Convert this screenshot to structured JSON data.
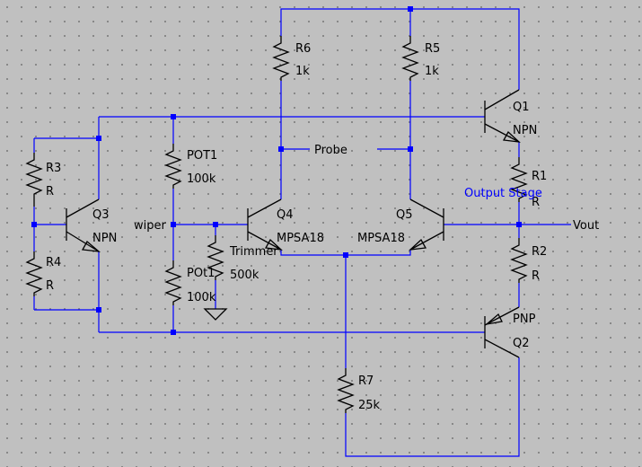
{
  "colors": {
    "wire": "#0000ff",
    "component": "#000000",
    "background": "#c0c0c0",
    "comment": "#0000ff"
  },
  "comment": "Output Stage",
  "nets": {
    "probe": "Probe",
    "wiper": "wiper",
    "vout": "Vout"
  },
  "components": {
    "R6": {
      "ref": "R6",
      "value": "1k"
    },
    "R5": {
      "ref": "R5",
      "value": "1k"
    },
    "Q1": {
      "ref": "Q1",
      "value": "NPN"
    },
    "R1": {
      "ref": "R1",
      "value": "R"
    },
    "R3": {
      "ref": "R3",
      "value": "R"
    },
    "R4": {
      "ref": "R4",
      "value": "R"
    },
    "Q3": {
      "ref": "Q3",
      "value": "NPN"
    },
    "POT1": {
      "ref": "POT1",
      "value": "100k"
    },
    "POt1": {
      "ref": "POt1",
      "value": "100k"
    },
    "Trimmer": {
      "ref": "Trimmer",
      "value": "500k"
    },
    "Q4": {
      "ref": "Q4",
      "value": "MPSA18"
    },
    "Q5": {
      "ref": "Q5",
      "value": "MPSA18"
    },
    "R2": {
      "ref": "R2",
      "value": "R"
    },
    "Q2": {
      "ref": "Q2",
      "value": "PNP"
    },
    "R7": {
      "ref": "R7",
      "value": "25k"
    }
  }
}
